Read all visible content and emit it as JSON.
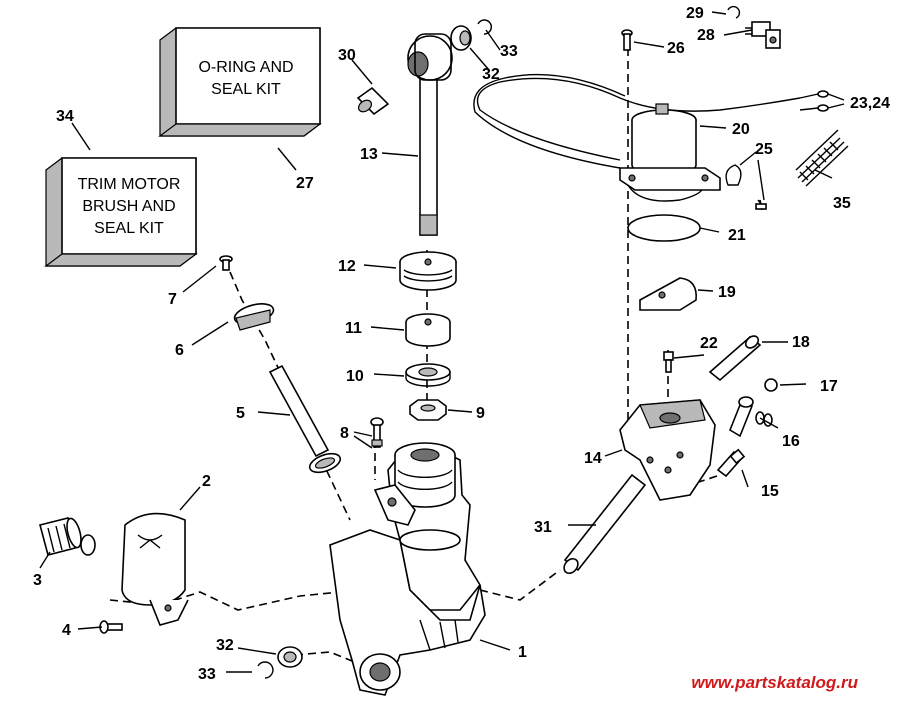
{
  "kits": {
    "oring_seal": {
      "number": "27",
      "line1": "O-RING AND",
      "line2": "SEAL KIT"
    },
    "trim_motor_brush": {
      "number": "34",
      "line1": "TRIM MOTOR",
      "line2": "BRUSH AND",
      "line3": "SEAL KIT"
    }
  },
  "callouts": {
    "c1": "1",
    "c2": "2",
    "c3": "3",
    "c4": "4",
    "c5": "5",
    "c6": "6",
    "c7": "7",
    "c8": "8",
    "c9": "9",
    "c10": "10",
    "c11": "11",
    "c12": "12",
    "c13": "13",
    "c14": "14",
    "c15": "15",
    "c16": "16",
    "c17": "17",
    "c18": "18",
    "c19": "19",
    "c20": "20",
    "c21": "21",
    "c22": "22",
    "c2324": "23,24",
    "c25": "25",
    "c26": "26",
    "c28": "28",
    "c29": "29",
    "c30": "30",
    "c31": "31",
    "c32_top": "32",
    "c32_bottom": "32",
    "c33_top": "33",
    "c33_bottom": "33",
    "c35": "35"
  },
  "watermark": "www.partskatalog.ru"
}
